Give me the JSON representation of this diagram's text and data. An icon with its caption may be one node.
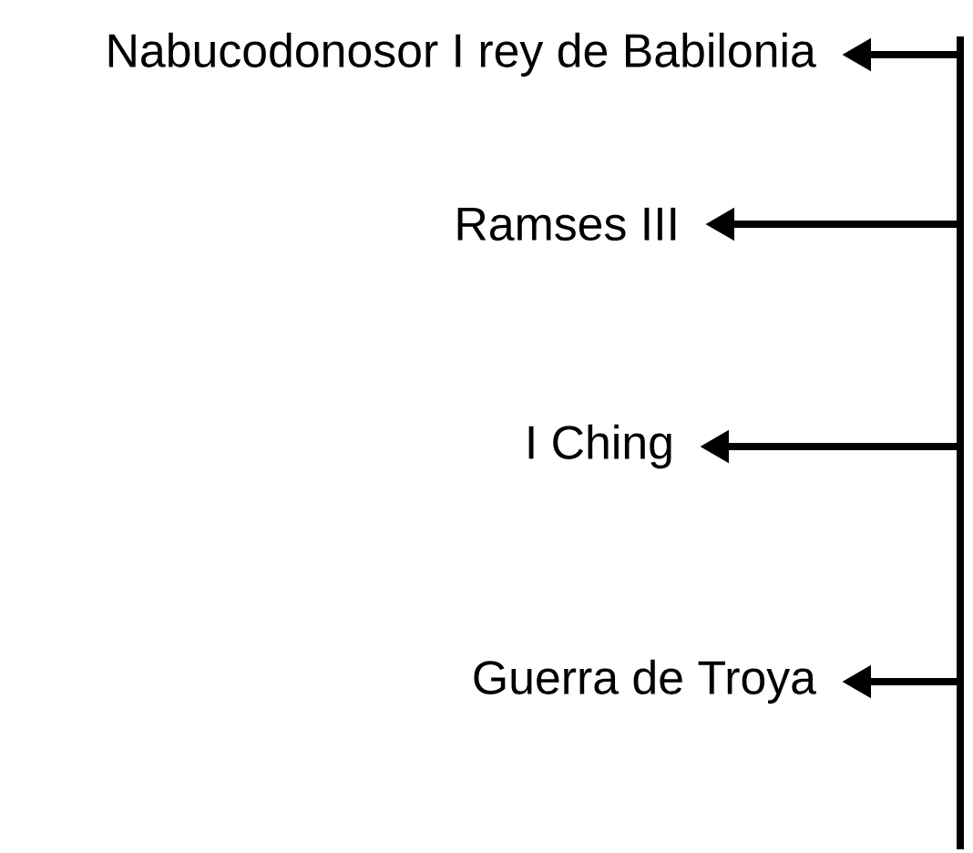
{
  "diagram": {
    "nodes": [
      {
        "text": [
          "Nabucodonosor I rey de Babilonia"
        ]
      },
      {
        "text": [
          "Ramses III"
        ]
      },
      {
        "text": [
          "I Ching"
        ]
      },
      {
        "text": [
          "Guerra de Troya"
        ]
      }
    ],
    "edges": [
      {
        "from": null,
        "to": 0,
        "arrow": "to"
      },
      {
        "from": null,
        "to": 1,
        "arrow": "to"
      },
      {
        "from": null,
        "to": 2,
        "arrow": "to"
      },
      {
        "from": null,
        "to": 3,
        "arrow": "to"
      }
    ]
  }
}
